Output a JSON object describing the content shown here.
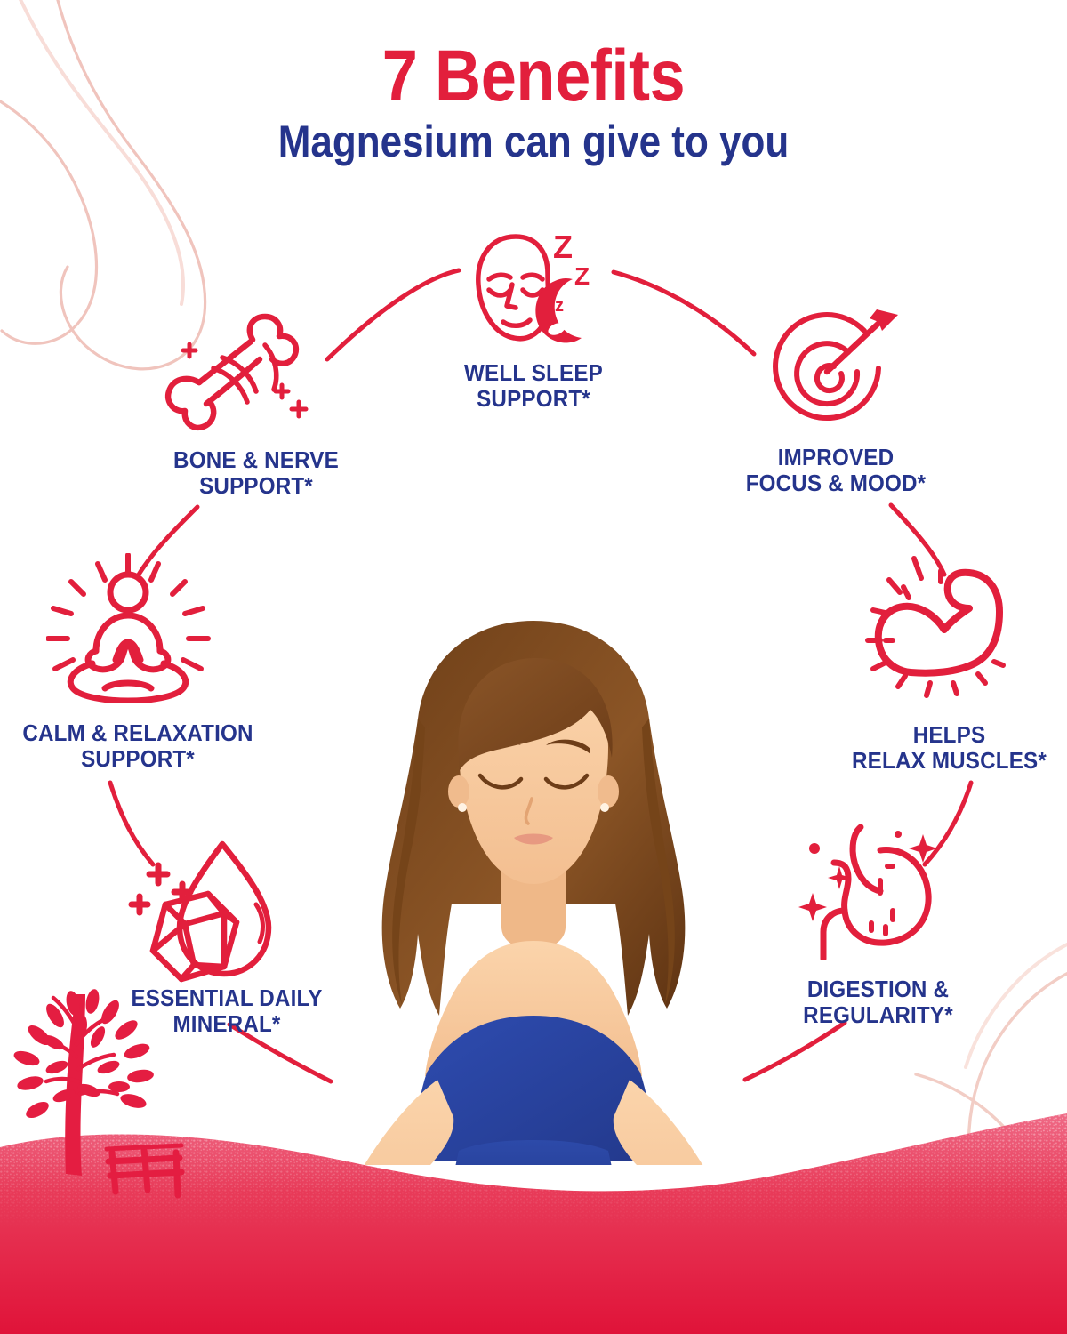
{
  "title": {
    "line1": "7 Benefits",
    "line2": "Magnesium can give to you"
  },
  "colors": {
    "brand_red": "#e21f3c",
    "brand_blue": "#25348c",
    "ground_red": "#e41d41",
    "swirl_pink": "#f3c8c2",
    "outfit_blue": "#2c4aa8",
    "hair_brown": "#7c4a20",
    "skin": "#f6c79e"
  },
  "benefits": [
    {
      "id": "well-sleep-support",
      "label": "WELL SLEEP\nSUPPORT*",
      "icon": "sleeping-face-icon",
      "position": "top-center"
    },
    {
      "id": "bone-nerve-support",
      "label": "BONE & NERVE\nSUPPORT*",
      "icon": "bone-icon",
      "position": "upper-left"
    },
    {
      "id": "improved-focus-mood",
      "label": "IMPROVED\nFOCUS & MOOD*",
      "icon": "target-arrow-icon",
      "position": "upper-right"
    },
    {
      "id": "calm-relaxation-support",
      "label": "CALM & RELAXATION\nSUPPORT*",
      "icon": "meditation-icon",
      "position": "mid-left"
    },
    {
      "id": "helps-relax-muscles",
      "label": "HELPS\nRELAX MUSCLES*",
      "icon": "flexed-bicep-icon",
      "position": "mid-right"
    },
    {
      "id": "essential-daily-mineral",
      "label": "ESSENTIAL DAILY\nMINERAL*",
      "icon": "gem-droplet-icon",
      "position": "lower-left"
    },
    {
      "id": "digestion-regularity",
      "label": "DIGESTION &\nREGULARITY*",
      "icon": "stomach-icon",
      "position": "lower-right"
    }
  ],
  "illustration": {
    "center_figure": "woman-meditating-lotus-pose",
    "scenery": [
      "tree-silhouette",
      "park-bench-silhouette",
      "red-ground-wave",
      "pink-swirl-lines"
    ]
  }
}
